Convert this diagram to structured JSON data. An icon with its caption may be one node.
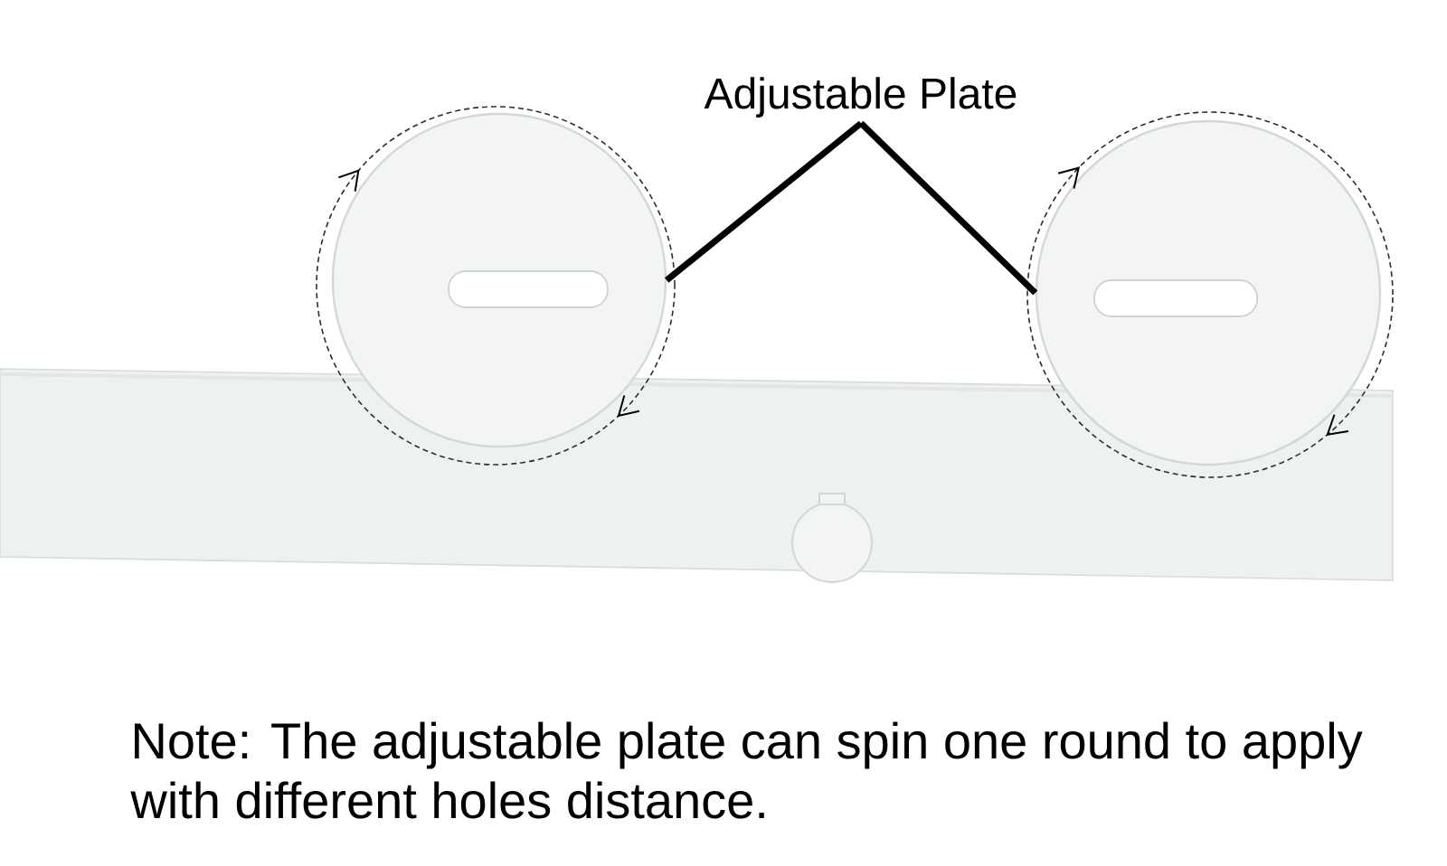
{
  "diagram": {
    "nodes": [
      {
        "text": [
          "Adjustable Plate"
        ]
      },
      {
        "text": [],
        "shape": "circle"
      },
      {
        "text": [],
        "shape": "circle"
      }
    ],
    "edges": [
      {
        "from": 0,
        "to": 1,
        "arrow": "none"
      },
      {
        "from": 0,
        "to": 2,
        "arrow": "none"
      }
    ],
    "labels": [
      "Note: The adjustable plate can spin one round to apply with different holes distance."
    ]
  }
}
